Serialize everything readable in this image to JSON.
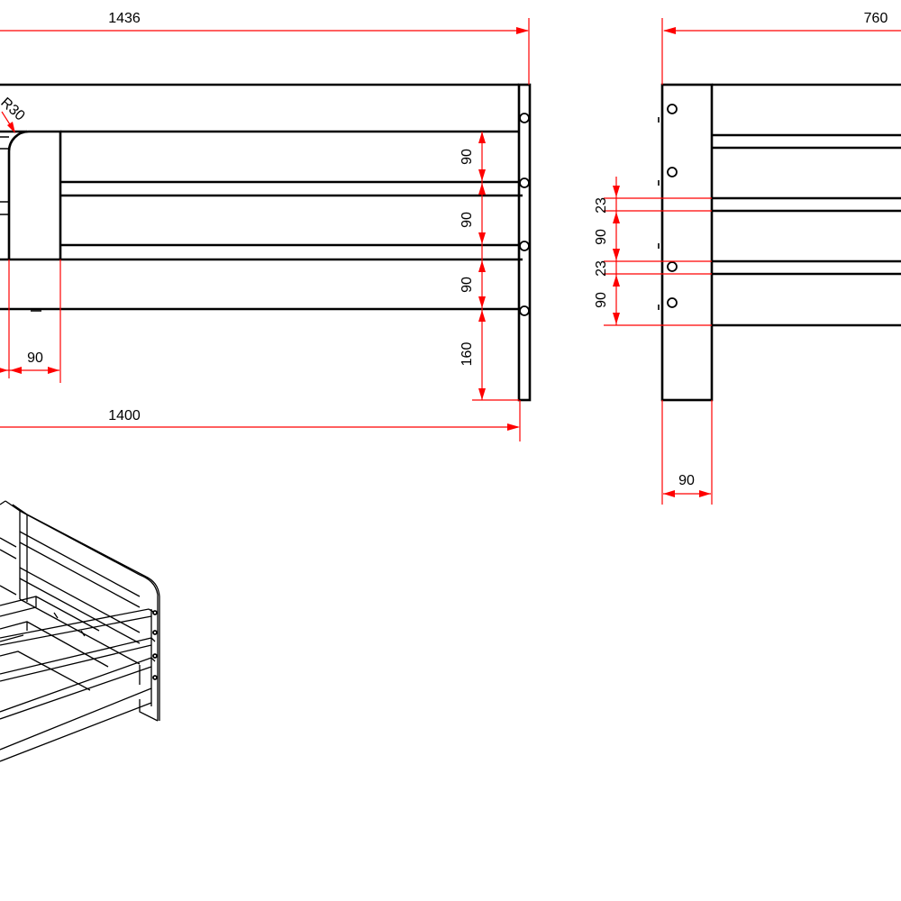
{
  "colors": {
    "outline": "#000000",
    "dimension": "#ff0000",
    "background": "#ffffff"
  },
  "front_view": {
    "overall_length": "1436",
    "inner_length": "1400",
    "radius_label": "R30",
    "post_width": "90",
    "rail_gap_1": "90",
    "rail_gap_2": "90",
    "rail_gap_3": "90",
    "leg_height": "160"
  },
  "side_view": {
    "overall_width": "760",
    "gap_top": "23",
    "rail_height_1": "90",
    "gap_middle": "23",
    "rail_height_2": "90",
    "post_width": "90"
  }
}
